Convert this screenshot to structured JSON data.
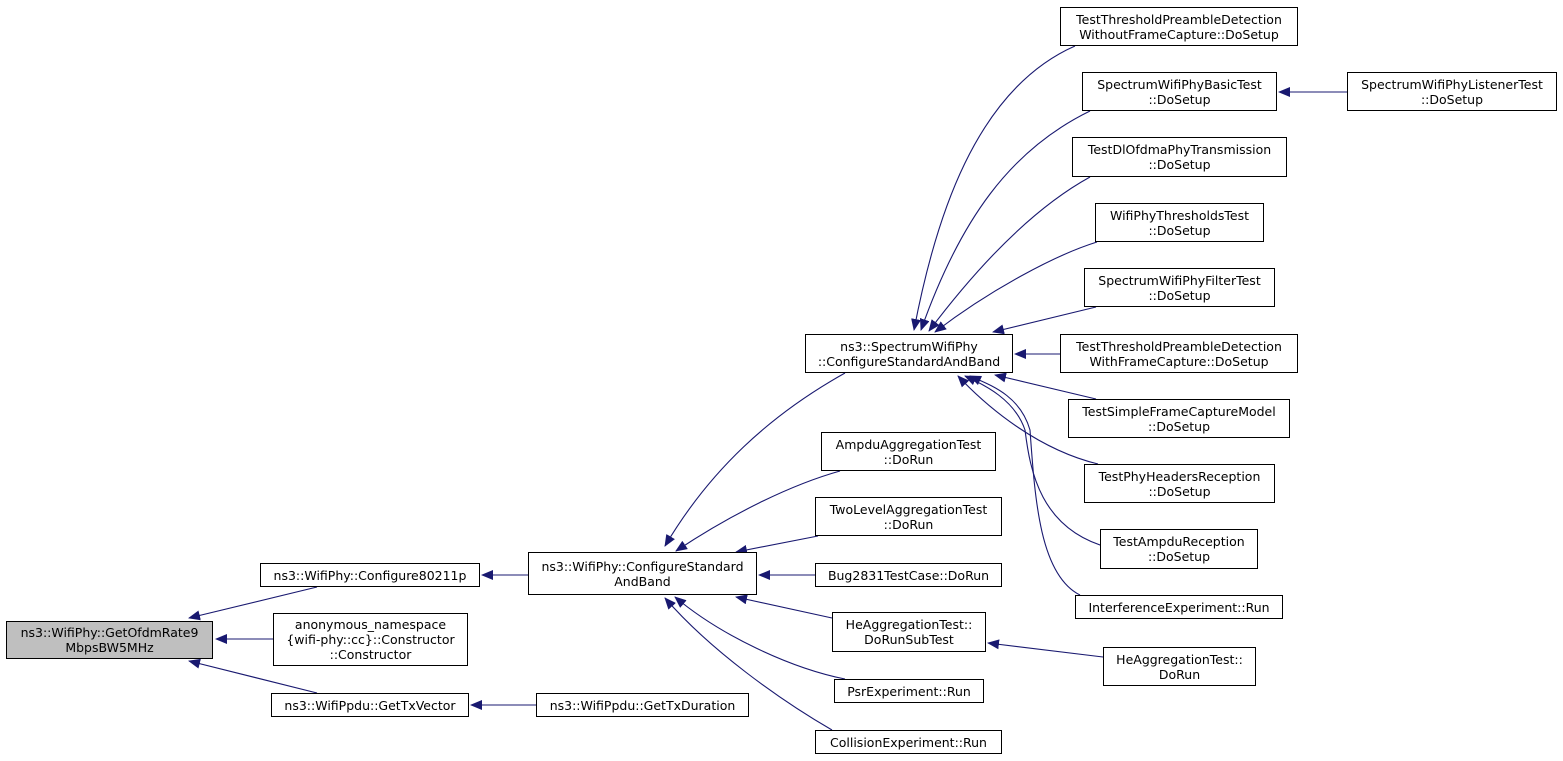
{
  "diagram": {
    "type": "call-graph",
    "colors": {
      "edge": "#191970",
      "root_fill": "#bfbfbf",
      "node_fill": "#ffffff",
      "node_border": "#000000"
    },
    "nodes": [
      {
        "id": "n0",
        "lines": [
          "ns3::WifiPhy::GetOfdmRate9",
          "MbpsBW5MHz"
        ]
      },
      {
        "id": "n1",
        "lines": [
          "ns3::WifiPhy::Configure80211p"
        ]
      },
      {
        "id": "n2",
        "lines": [
          "anonymous_namespace",
          "{wifi-phy::cc}::Constructor",
          "::Constructor"
        ]
      },
      {
        "id": "n3",
        "lines": [
          "ns3::WifiPpdu::GetTxVector"
        ]
      },
      {
        "id": "n4",
        "lines": [
          "ns3::WifiPhy::ConfigureStandard",
          "AndBand"
        ]
      },
      {
        "id": "n5",
        "lines": [
          "ns3::WifiPpdu::GetTxDuration"
        ]
      },
      {
        "id": "n6",
        "lines": [
          "ns3::SpectrumWifiPhy",
          "::ConfigureStandardAndBand"
        ]
      },
      {
        "id": "n7",
        "lines": [
          "AmpduAggregationTest",
          "::DoRun"
        ]
      },
      {
        "id": "n8",
        "lines": [
          "TwoLevelAggregationTest",
          "::DoRun"
        ]
      },
      {
        "id": "n9",
        "lines": [
          "Bug2831TestCase::DoRun"
        ]
      },
      {
        "id": "n10",
        "lines": [
          "HeAggregationTest::",
          "DoRunSubTest"
        ]
      },
      {
        "id": "n11",
        "lines": [
          "PsrExperiment::Run"
        ]
      },
      {
        "id": "n12",
        "lines": [
          "CollisionExperiment::Run"
        ]
      },
      {
        "id": "n13",
        "lines": [
          "TestThresholdPreambleDetection",
          "WithoutFrameCapture::DoSetup"
        ]
      },
      {
        "id": "n14",
        "lines": [
          "SpectrumWifiPhyBasicTest",
          "::DoSetup"
        ]
      },
      {
        "id": "n15",
        "lines": [
          "TestDlOfdmaPhyTransmission",
          "::DoSetup"
        ]
      },
      {
        "id": "n16",
        "lines": [
          "WifiPhyThresholdsTest",
          "::DoSetup"
        ]
      },
      {
        "id": "n17",
        "lines": [
          "SpectrumWifiPhyFilterTest",
          "::DoSetup"
        ]
      },
      {
        "id": "n18",
        "lines": [
          "TestThresholdPreambleDetection",
          "WithFrameCapture::DoSetup"
        ]
      },
      {
        "id": "n19",
        "lines": [
          "TestSimpleFrameCaptureModel",
          "::DoSetup"
        ]
      },
      {
        "id": "n20",
        "lines": [
          "TestPhyHeadersReception",
          "::DoSetup"
        ]
      },
      {
        "id": "n21",
        "lines": [
          "TestAmpduReception",
          "::DoSetup"
        ]
      },
      {
        "id": "n22",
        "lines": [
          "InterferenceExperiment::Run"
        ]
      },
      {
        "id": "n23",
        "lines": [
          "SpectrumWifiPhyListenerTest",
          "::DoSetup"
        ]
      },
      {
        "id": "n24",
        "lines": [
          "HeAggregationTest::",
          "DoRun"
        ]
      }
    ],
    "edges": [
      {
        "from": "n1",
        "to": "n0"
      },
      {
        "from": "n2",
        "to": "n0"
      },
      {
        "from": "n3",
        "to": "n0"
      },
      {
        "from": "n4",
        "to": "n1"
      },
      {
        "from": "n5",
        "to": "n3"
      },
      {
        "from": "n6",
        "to": "n4"
      },
      {
        "from": "n7",
        "to": "n4"
      },
      {
        "from": "n8",
        "to": "n4"
      },
      {
        "from": "n9",
        "to": "n4"
      },
      {
        "from": "n10",
        "to": "n4"
      },
      {
        "from": "n11",
        "to": "n4"
      },
      {
        "from": "n12",
        "to": "n4"
      },
      {
        "from": "n13",
        "to": "n6"
      },
      {
        "from": "n14",
        "to": "n6"
      },
      {
        "from": "n15",
        "to": "n6"
      },
      {
        "from": "n16",
        "to": "n6"
      },
      {
        "from": "n17",
        "to": "n6"
      },
      {
        "from": "n18",
        "to": "n6"
      },
      {
        "from": "n19",
        "to": "n6"
      },
      {
        "from": "n20",
        "to": "n6"
      },
      {
        "from": "n21",
        "to": "n6"
      },
      {
        "from": "n22",
        "to": "n6"
      },
      {
        "from": "n23",
        "to": "n14"
      },
      {
        "from": "n24",
        "to": "n10"
      }
    ]
  }
}
